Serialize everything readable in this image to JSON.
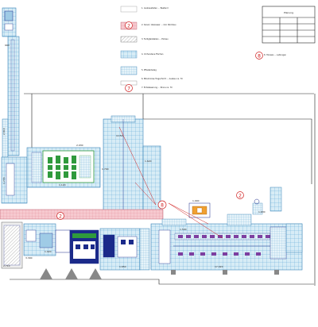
{
  "colors": {
    "grid_blue": "#5fa9d6",
    "grid_fill": "#d7ecf6",
    "pink": "#f2b8bf",
    "red": "#d02020",
    "green": "#2f9a3c",
    "purple": "#7d3fa0",
    "orange": "#f0a030",
    "navy": "#1b2a8a",
    "line": "#222222"
  },
  "legend": {
    "badges": [
      "2",
      "7",
      "8"
    ],
    "items": [
      "1. Ausbaustellen ... Bestand",
      "2. Kanal / Abwasser ... inkl. Rückbau",
      "3. Fertigteilstellen ... Einbau",
      "4. Vorhandene Flächen",
      "5. Pflasterbelag",
      "6. Bituminöse Tragschicht ... Ausbau ca. 70",
      "7. Entwässerung ... Rinne ca. 70",
      "8. Hinweis ... Leitungen"
    ]
  },
  "title_block": {
    "label": "Planung"
  },
  "plan": {
    "badges": {
      "b2_left": "2",
      "b2_right": "2",
      "b8_center": "8"
    },
    "dims": {
      "top_left": "990",
      "tower_side": "2.810",
      "wing_top": "2.930",
      "wing_side": "1.700",
      "hall_left": "1.120",
      "center_top": "4.150",
      "center_side": "1.620",
      "center_mid": "1.900",
      "east_top": "1.630",
      "east_mid": "1.500",
      "east_bottom": "17.420",
      "west_bottom": "3.300",
      "west_side": "2.710",
      "box_side": "1.920",
      "tower_side2": "1.770",
      "hall_bottom": "1.650"
    }
  }
}
